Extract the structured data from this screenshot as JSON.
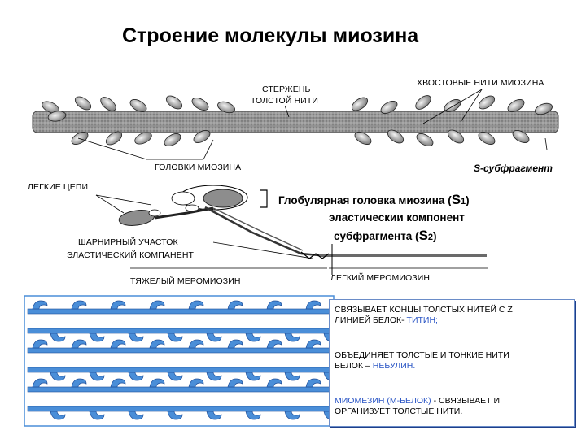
{
  "title": "Строение молекулы миозина",
  "labels": {
    "rod_line1": "СТЕРЖЕНЬ",
    "rod_line2": "ТОЛСТОЙ НИТИ",
    "tails": "ХВОСТОВЫЕ НИТИ МИОЗИНА",
    "heads": "ГОЛОВКИ МИОЗИНА",
    "s_subfragment": "S-субфрагмент",
    "light_chains": "ЛЕГКИЕ ЦЕПИ",
    "globular_prefix": "Глобулярная головка миозина (",
    "globular_s": "S",
    "globular_idx": "1",
    "globular_suffix": ")",
    "elastic_line1": "эластическии компонент",
    "elastic_prefix": "субфрагмента (",
    "elastic_s": "S",
    "elastic_idx": "2",
    "elastic_suffix": ")",
    "hinge_line1": "ШАРНИРНЫЙ УЧАСТОК",
    "hinge_line2": "ЭЛАСТИЧЕСКИЙ КОМПАНЕНТ",
    "heavy_meromyosin": "ТЯЖЕЛЫЙ МЕРОМИОЗИН",
    "light_meromyosin": "ЛЕГКИЙ МЕРОМИОЗИН"
  },
  "info": {
    "item1_line1": "СВЯЗЫВАЕТ КОНЦЫ ТОЛСТЫХ НИТЕЙ С Z",
    "item1_line2": "ЛИНИЕЙ БЕЛОК-",
    "item1_highlight": "ТИТИН;",
    "item2_line1": "ОБЪЕДИНЯЕТ ТОЛСТЫЕ И ТОНКИЕ НИТИ",
    "item2_line2": "БЕЛОК –",
    "item2_highlight": "НЕБУЛИН.",
    "item3_highlight": "МИОМЕЗИН (М-БЕЛОК)",
    "item3_line1": " - СВЯЗЫВАЕТ И",
    "item3_line2": "ОРГАНИЗУЕТ ТОЛСТЫЕ НИТИ."
  },
  "colors": {
    "filament_blue": "#4a8ed8",
    "filament_dark": "#1f4f9a",
    "highlight": "#2a55c5",
    "rod_gray": "#8a8a8a"
  }
}
